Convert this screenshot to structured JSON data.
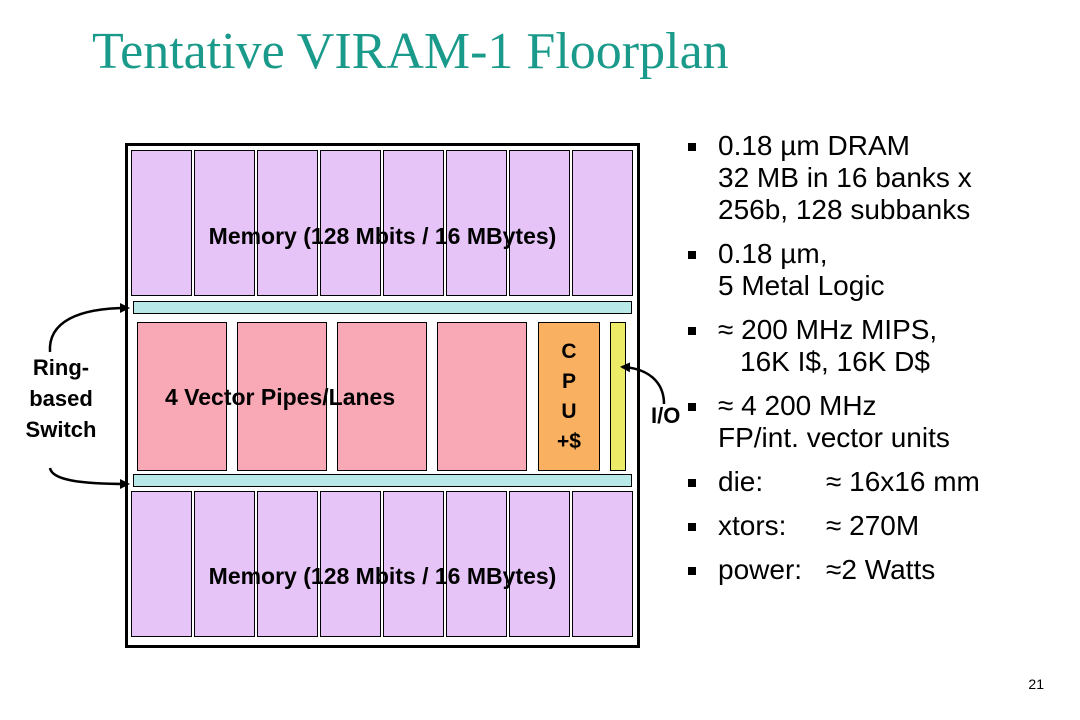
{
  "slide": {
    "title": "Tentative VIRAM-1 Floorplan",
    "page_number": "21"
  },
  "floorplan": {
    "top_memory_label": "Memory (128 Mbits / 16 MBytes)",
    "bottom_memory_label": "Memory (128 Mbits / 16 MBytes)",
    "lanes_label": "4 Vector Pipes/Lanes",
    "cpu_lines": [
      "C",
      "P",
      "U",
      "+$"
    ],
    "switch_lines": [
      "Ring-",
      "based",
      "Switch"
    ],
    "io_label": "I/O"
  },
  "bullets": {
    "b1": [
      "0.18 µm DRAM",
      "32 MB in 16 banks x",
      "256b, 128 subbanks"
    ],
    "b2": [
      "0.18 µm,",
      "5 Metal Logic"
    ],
    "b3": [
      "≈ 200 MHz MIPS,",
      "16K I$, 16K D$"
    ],
    "b4": [
      "≈ 4 200 MHz",
      "FP/int. vector units"
    ],
    "b5": {
      "key": "die:",
      "value": "≈ 16x16 mm"
    },
    "b6": {
      "key": "xtors:",
      "value": "≈ 270M"
    },
    "b7": {
      "key": "power:",
      "value": "≈2 Watts"
    }
  },
  "colors": {
    "title": "#1a9a8a",
    "memory_bank": "#e6c4f8",
    "vector_lane": "#f9a8b6",
    "cpu": "#f9b060",
    "bus": "#b9e8e8",
    "io": "#ecec66"
  }
}
